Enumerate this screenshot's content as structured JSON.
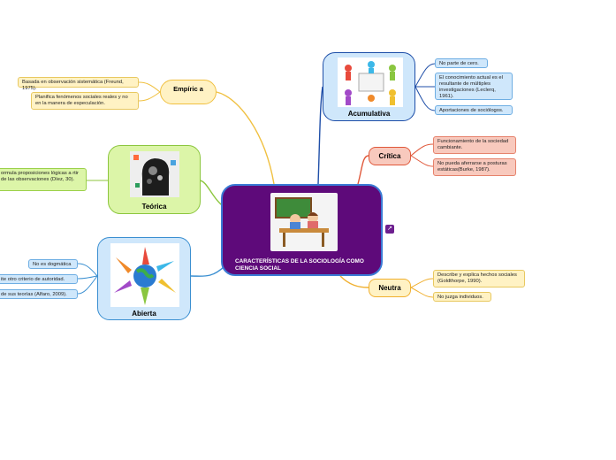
{
  "central": {
    "title": "CARACTERÍSTICAS DE LA SOCIOLOGÍA COMO CIENCIA SOCIAL"
  },
  "topics": {
    "empirica": {
      "label": "Empíric a",
      "leaves": [
        "Basada en observación sistemática (Freund, 1975).",
        "Planifica fenómenos sociales reales y no en la manera de especulación."
      ]
    },
    "teorica": {
      "label": "Teórica",
      "leaves": [
        "ormula proposiciones lógicas a rtir de las observaciones (Díez, 30)."
      ]
    },
    "abierta": {
      "label": "Abierta",
      "leaves": [
        "No es dogmática",
        "ite otro criterio de autoridad.",
        "de sus teorías (Alfaro, 2009)."
      ]
    },
    "acumulativa": {
      "label": "Acumulativa",
      "leaves": [
        "No parte de cero.",
        "El conocimiento actual es el resultante de múltiples investigaciones (Leclerq, 1961).",
        "Aportaciones de sociólogos."
      ]
    },
    "critica": {
      "label": "Crítica",
      "leaves": [
        "Funcionamiento de la sociedad cambiante.",
        "No pueda aferrarse a posturas estáticas(Burke, 1987)."
      ]
    },
    "neutra": {
      "label": "Neutra",
      "leaves": [
        "Describe y explica hechos sociales (Goldthorpe, 1990).",
        "No juzga individuos."
      ]
    }
  },
  "icons": {
    "share": "external-link-icon"
  },
  "colors": {
    "central": "#5e0a7a",
    "yellow": "#fff2c4",
    "green": "#dcf5a8",
    "blue": "#cfe7fb",
    "salmon": "#f8c9bd"
  }
}
